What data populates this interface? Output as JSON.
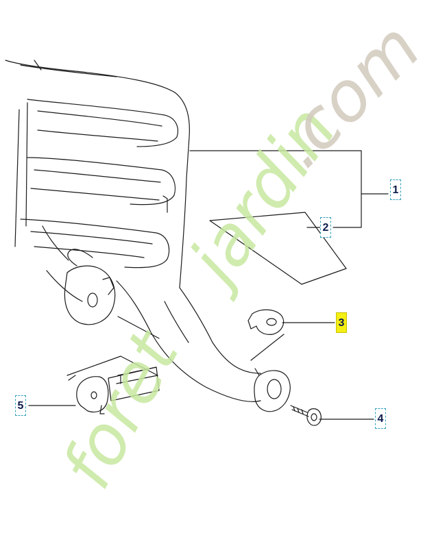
{
  "diagram": {
    "callouts": [
      {
        "id": "1",
        "label": "1",
        "highlighted": false
      },
      {
        "id": "2",
        "label": "2",
        "highlighted": false
      },
      {
        "id": "3",
        "label": "3",
        "highlighted": true
      },
      {
        "id": "4",
        "label": "4",
        "highlighted": false
      },
      {
        "id": "5",
        "label": "5",
        "highlighted": false
      }
    ],
    "highlight_color": "#f4ef14",
    "callout_border_color": "#30a0b8",
    "line_color": "#1a1a1a"
  },
  "watermark": {
    "text": "foretjardin.com",
    "colors": [
      "#c7e8a0",
      "#d2c9bd"
    ]
  }
}
